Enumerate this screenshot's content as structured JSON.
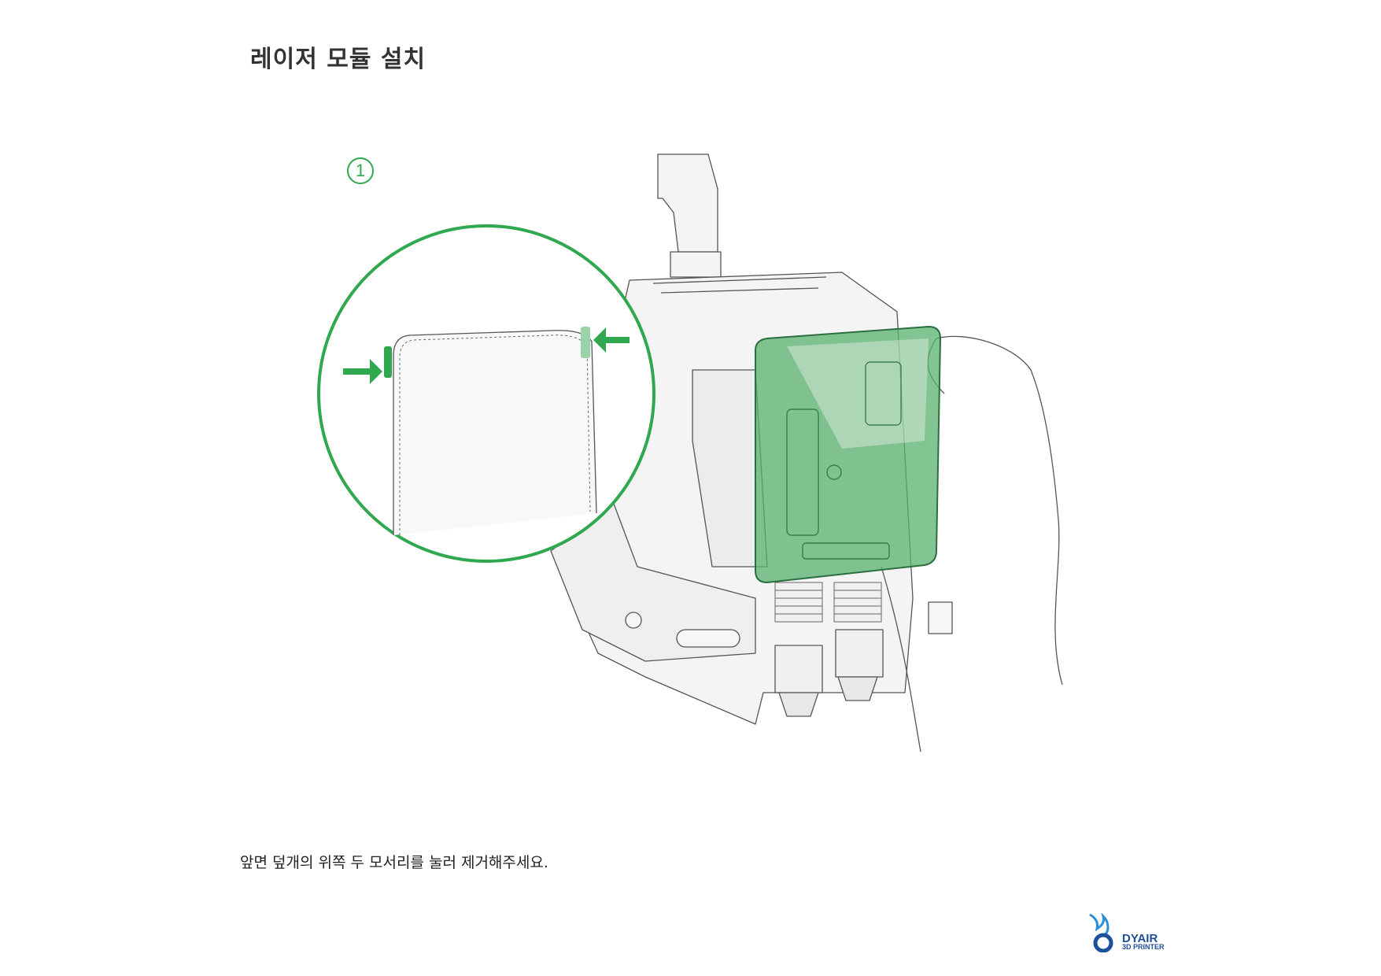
{
  "page": {
    "title": "레이저 모듈 설치",
    "step_number": "1",
    "caption": "앞면 덮개의 위쪽 두 모서리를 눌러 제거해주세요."
  },
  "diagram": {
    "accent_color": "#2fa84f",
    "panel_color": "#5ab06f",
    "line_color": "#444444"
  },
  "logo": {
    "brand": "DYAIR",
    "subtitle": "3D PRINTER",
    "color": "#1e4f9a"
  }
}
